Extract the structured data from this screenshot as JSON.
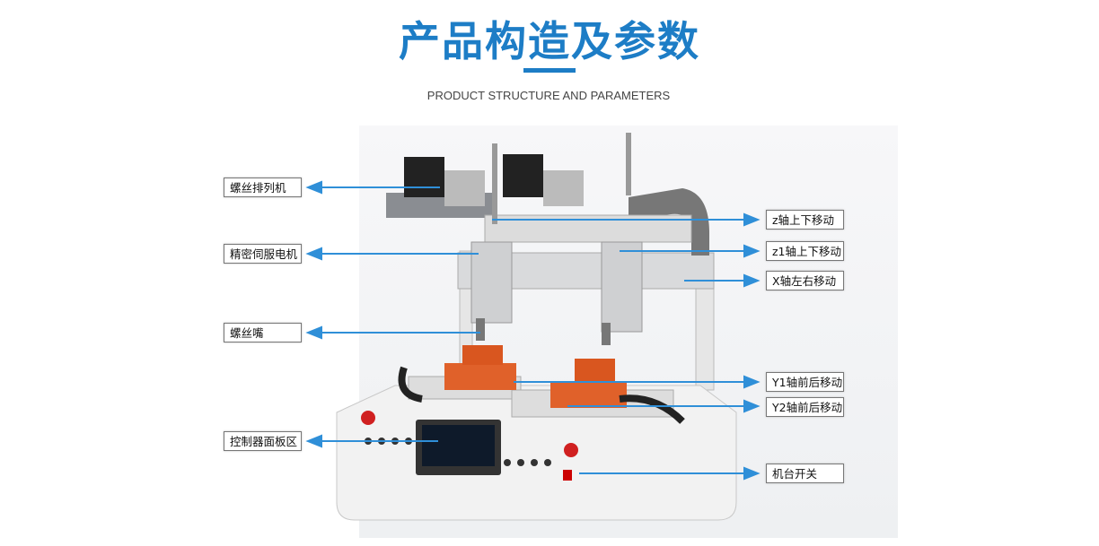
{
  "header": {
    "title": "产品构造及参数",
    "subtitle": "PRODUCT STRUCTURE AND PARAMETERS"
  },
  "labels_left": [
    "螺丝排列机",
    "精密伺服电机",
    "螺丝嘴",
    "控制器面板区"
  ],
  "labels_right": [
    "z轴上下移动",
    "z1轴上下移动",
    "X轴左右移动",
    "Y1轴前后移动",
    "Y2轴前后移动",
    "机台开关"
  ],
  "colors": {
    "accent": "#1d7dc6",
    "arrow": "#2f8fd8",
    "fixture": "#e0612a"
  }
}
